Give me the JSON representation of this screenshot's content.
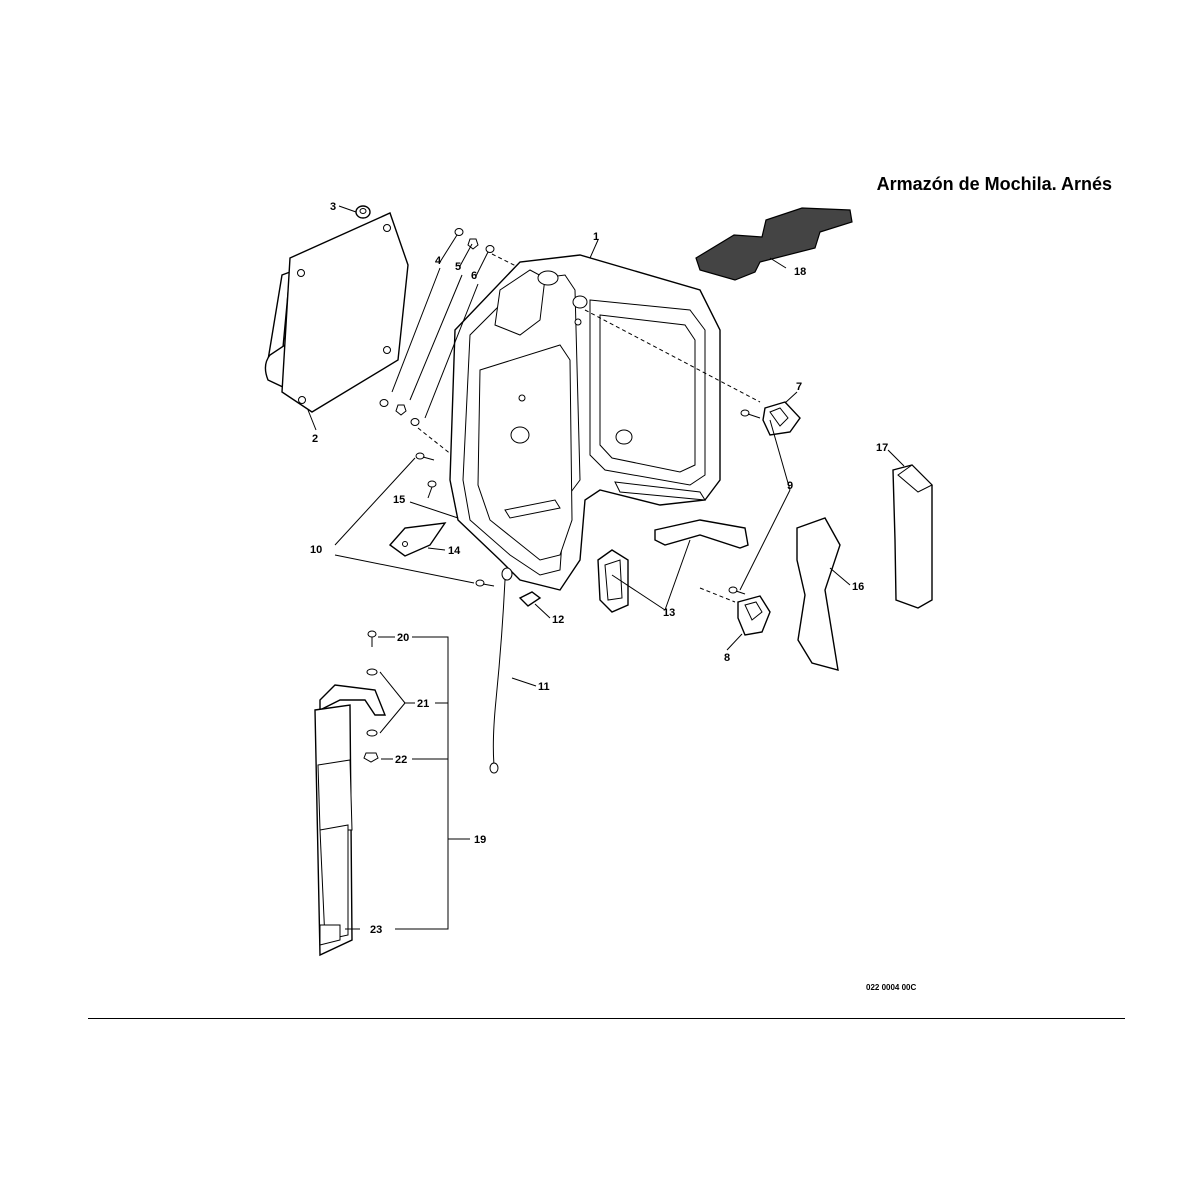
{
  "title": "Armazón de Mochila, Arnés",
  "drawing_code": "022 0004 00C",
  "callouts": {
    "c1": "1",
    "c2": "2",
    "c3": "3",
    "c4": "4",
    "c5": "5",
    "c6": "6",
    "c7": "7",
    "c8": "8",
    "c9": "9",
    "c10": "10",
    "c11": "11",
    "c12": "12",
    "c13": "13",
    "c14": "14",
    "c15": "15",
    "c16": "16",
    "c17": "17",
    "c18": "18",
    "c19": "19",
    "c20": "20",
    "c21": "21",
    "c22": "22",
    "c23": "23"
  }
}
